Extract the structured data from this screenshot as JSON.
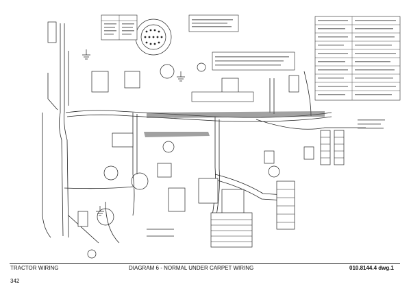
{
  "diagram": {
    "footer_left": "TRACTOR WIRING",
    "footer_center": "DIAGRAM 6 - NORMAL UNDER CARPET WIRING",
    "footer_right": "010.8144.4 dwg.1",
    "page_number": "342"
  }
}
